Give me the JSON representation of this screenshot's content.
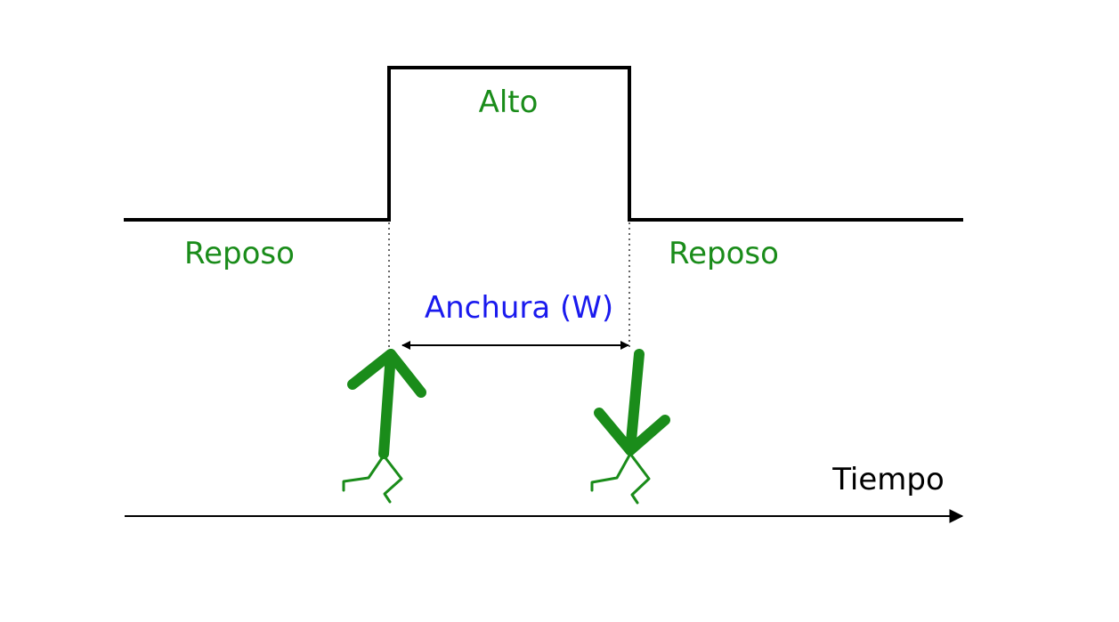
{
  "labels": {
    "high": "Alto",
    "rest_left": "Reposo",
    "rest_right": "Reposo",
    "width": "Anchura (W)",
    "time": "Tiempo"
  },
  "colors": {
    "signal": "#000000",
    "state_labels": "#1a8c1a",
    "width_label": "#1a1aee",
    "figures": "#1a8c1a"
  },
  "icons": {
    "rising_edge": "stick-figure-arrow-up-icon",
    "falling_edge": "stick-figure-arrow-down-icon"
  }
}
